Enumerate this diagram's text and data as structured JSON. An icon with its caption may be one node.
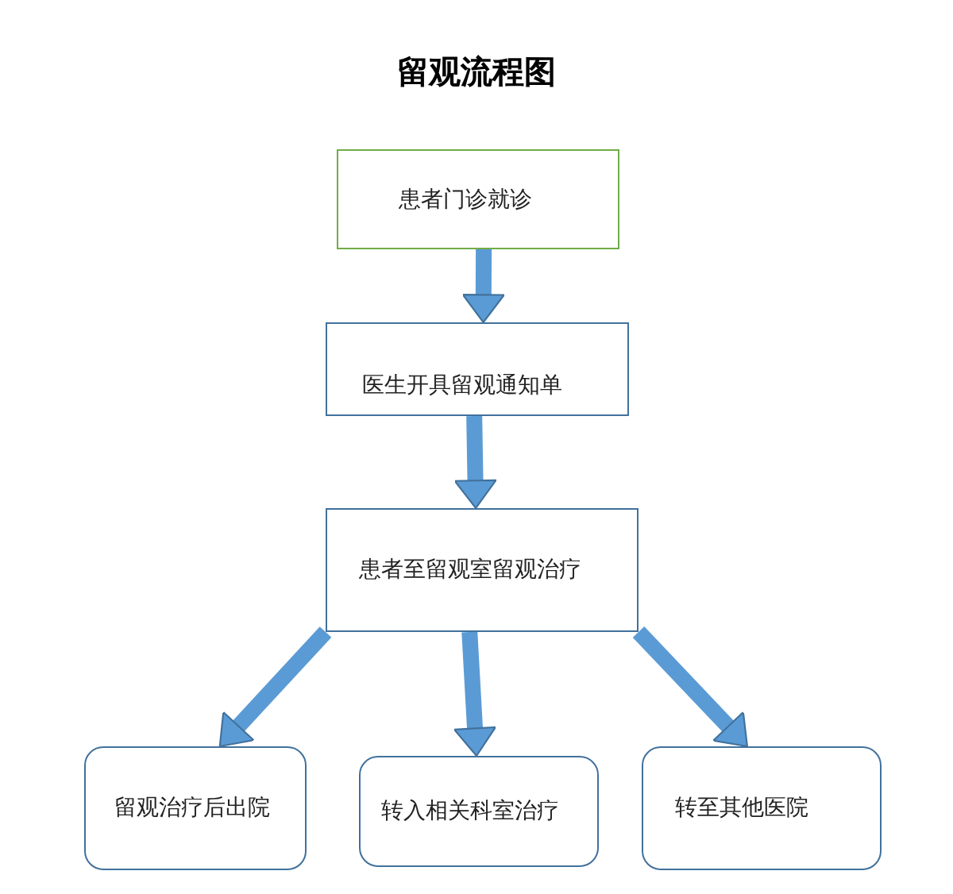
{
  "diagram": {
    "title": "留观流程图",
    "nodes": [
      {
        "text": [
          "患者门诊就诊"
        ]
      },
      {
        "text": [
          "医生开具留观通知单"
        ]
      },
      {
        "text": [
          "患者至留观室留观治疗"
        ]
      },
      {
        "text": [
          "留观治疗后出院"
        ]
      },
      {
        "text": [
          "转入相关科室治疗"
        ]
      },
      {
        "text": [
          "转至其他医院"
        ]
      }
    ],
    "edges": [
      {
        "from": 0,
        "to": 1,
        "arrow": "to"
      },
      {
        "from": 1,
        "to": 2,
        "arrow": "to"
      },
      {
        "from": 2,
        "to": 3,
        "arrow": "to"
      },
      {
        "from": 2,
        "to": 4,
        "arrow": "to"
      },
      {
        "from": 2,
        "to": 5,
        "arrow": "to"
      }
    ]
  }
}
